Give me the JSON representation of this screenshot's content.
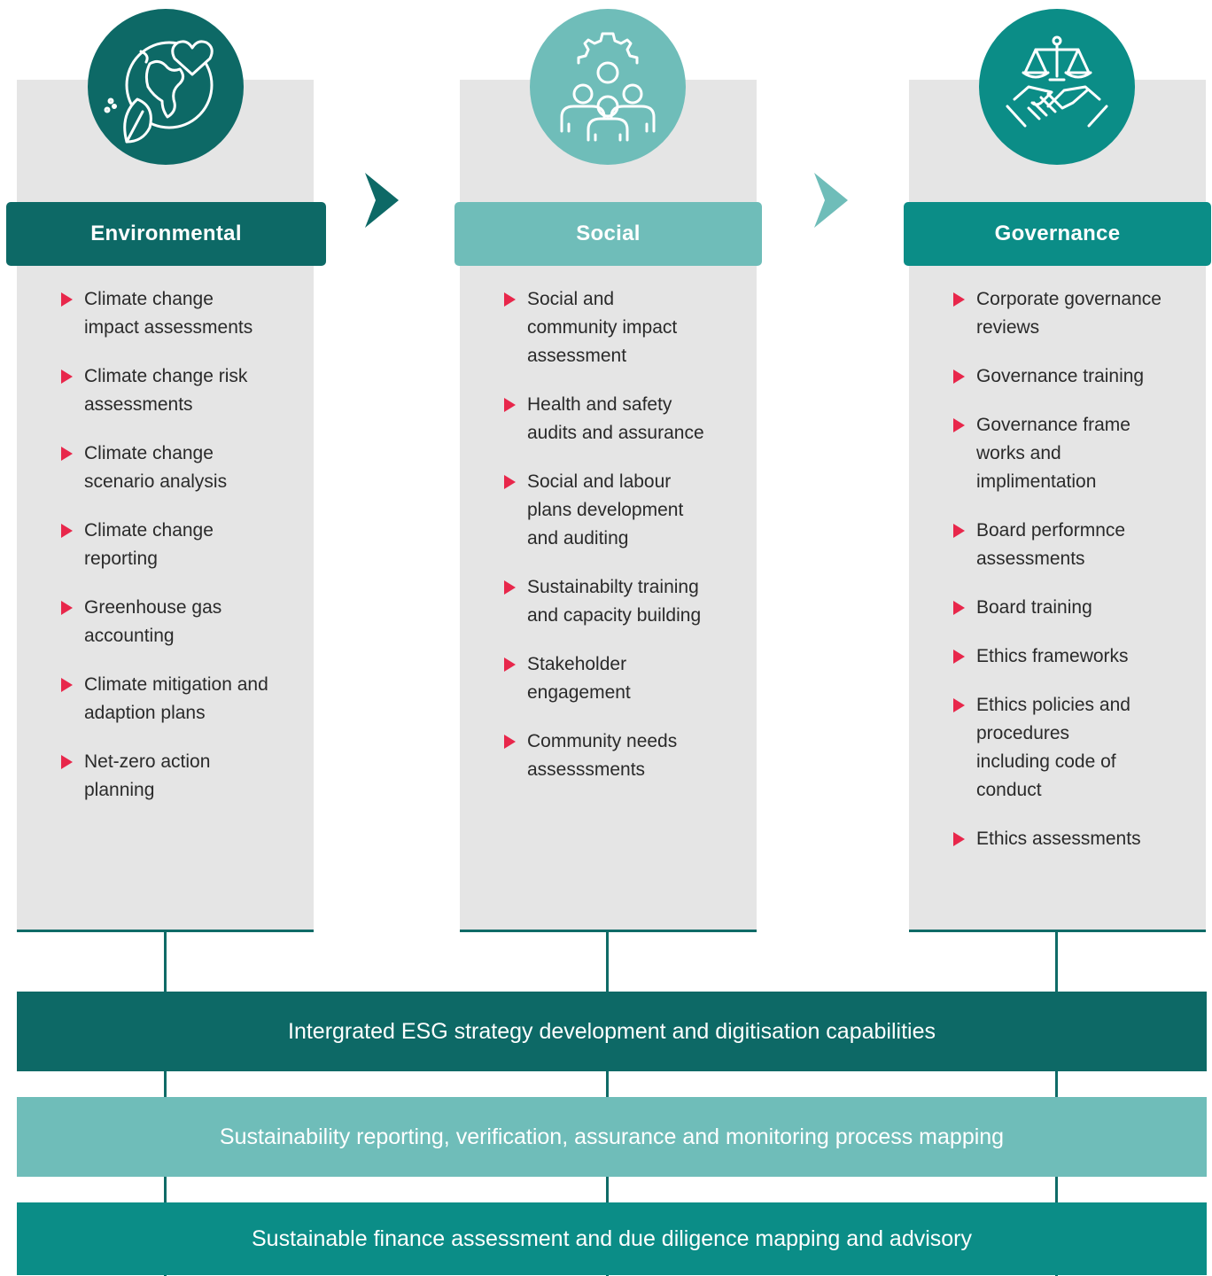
{
  "colors": {
    "environmental": "#0d6966",
    "social": "#6fbdb9",
    "governance": "#0b8d87",
    "bullet": "#e8274b",
    "panel": "#e5e5e5"
  },
  "columns": [
    {
      "title": "Environmental",
      "icon": "globe-heart-leaf-icon",
      "items": [
        "Climate change impact assessments",
        "Climate change risk assessments",
        "Climate change scenario analysis",
        "Climate change reporting",
        "Greenhouse gas accounting",
        "Climate mitigation and adaption plans",
        "Net-zero action planning"
      ]
    },
    {
      "title": "Social",
      "icon": "people-gear-icon",
      "items": [
        "Social and community impact assessment",
        "Health and safety audits and assurance",
        "Social and labour plans development and auditing",
        "Sustainabilty training and capacity building",
        "Stakeholder engagement",
        "Community needs assesssments"
      ]
    },
    {
      "title": "Governance",
      "icon": "scales-handshake-icon",
      "items": [
        "Corporate governance reviews",
        "Governance training",
        "Governance frame works and implimentation",
        "Board performnce assessments",
        "Board training",
        "Ethics frameworks",
        "Ethics policies and procedures including code of conduct",
        "Ethics assessments"
      ]
    }
  ],
  "bands": [
    "Intergrated ESG strategy development and digitisation capabilities",
    "Sustainability reporting, verification, assurance and monitoring process mapping",
    "Sustainable finance assessment and due diligence mapping and advisory"
  ]
}
